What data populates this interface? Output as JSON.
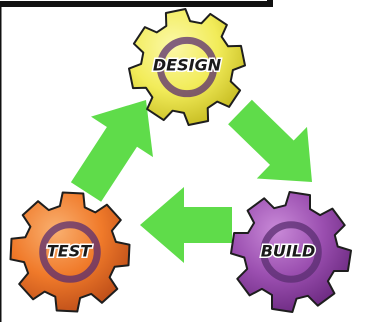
{
  "diagram": {
    "gears": {
      "design": {
        "label": "DESIGN",
        "color": "#f2ec5a",
        "highlight": "#fbf8a8",
        "shadow": "#c9bf25"
      },
      "build": {
        "label": "BUILD",
        "color": "#9b4fb0",
        "highlight": "#c98ad8",
        "shadow": "#6f2c84"
      },
      "test": {
        "label": "TEST",
        "color": "#f07a2a",
        "highlight": "#f9b070",
        "shadow": "#c1511a"
      }
    },
    "arrow_color": "#5fdc4a",
    "border_color": "#111111",
    "gear_outline": "#1e1e1e",
    "hub_color": "#5a2d70"
  }
}
